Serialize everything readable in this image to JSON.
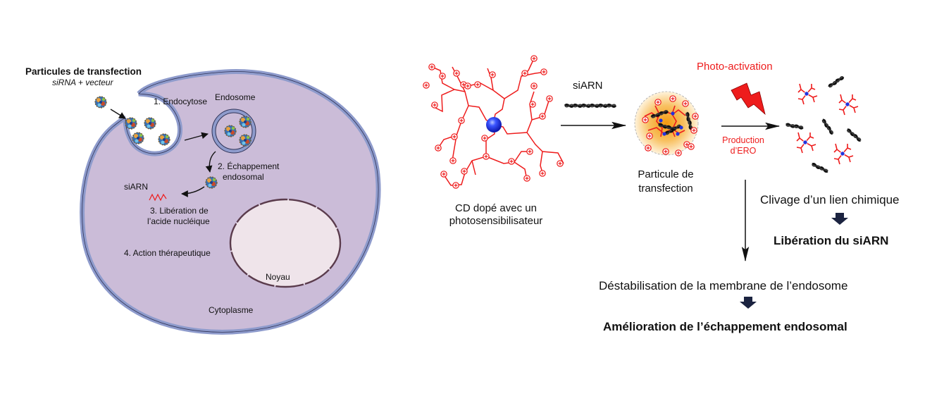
{
  "colors": {
    "cell_fill": "#cbbcd8",
    "cell_membrane": "#8e9bcc",
    "membrane_outline": "#2f3357",
    "nucleus_fill": "#efe4ea",
    "nucleus_outline": "#5a3b4c",
    "dendrimer": "#ee1c1c",
    "core": "#2233dd",
    "photo_red": "#ee1c1c",
    "dark_arrow": "#1b2340",
    "particle_glow": "#f7a21c"
  },
  "left_panel": {
    "title": "Particules de transfection",
    "subtitle": "siRNA + vecteur",
    "step1": "1. Endocytose",
    "endosome": "Endosome",
    "step2_line1": "2. Échappement",
    "step2_line2": "endosomal",
    "siarn": "siARN",
    "step3_line1": "3. Libération de",
    "step3_line2": "l’acide nucléique",
    "step4": "4. Action thérapeutique",
    "nucleus": "Noyau",
    "cytoplasm": "Cytoplasme"
  },
  "right_panel": {
    "cd_line1": "CD dopé avec un",
    "cd_line2": "photosensibilisateur",
    "siarn": "siARN",
    "particle_line1": "Particule de",
    "particle_line2": "transfection",
    "photo_activation": "Photo-activation",
    "production_line1": "Production",
    "production_line2": "d’ERO",
    "cleavage": "Clivage d’un lien chimique",
    "release": "Libération du siARN",
    "destabilization": "Déstabilisation de la membrane de l’endosome",
    "improvement": "Amélioration de l’échappement endosomal"
  }
}
